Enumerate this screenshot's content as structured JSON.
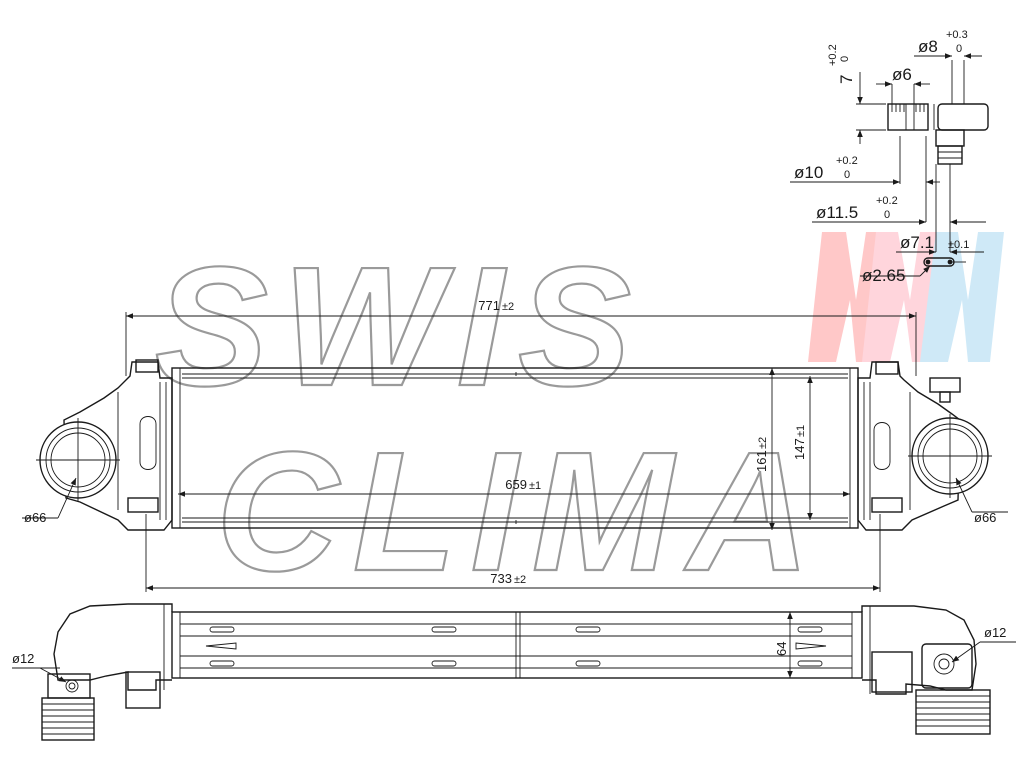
{
  "watermark": {
    "line1": "SWIS",
    "line2": "CLIMA"
  },
  "top_view": {
    "overall_length": {
      "value": "771",
      "tol": "±2"
    },
    "core_length": {
      "value": "659",
      "tol": "±1"
    },
    "mount_spacing": {
      "value": "733",
      "tol": "±2"
    },
    "overall_height": {
      "value": "161",
      "tol": "±2"
    },
    "core_height": {
      "value": "147",
      "tol": "±1"
    },
    "inlet_diameter_left": "ø66",
    "inlet_diameter_right": "ø66"
  },
  "side_view": {
    "thickness": "64",
    "port_left": "ø12",
    "port_right": "ø12"
  },
  "detail": {
    "depth": {
      "value": "7",
      "tol_top": "+0.2",
      "tol_bottom": "0"
    },
    "bore_8": {
      "value": "ø8",
      "tol_top": "+0.3",
      "tol_bottom": "0"
    },
    "bore_6": "ø6",
    "dia_10": {
      "value": "ø10",
      "tol_top": "+0.2",
      "tol_bottom": "0"
    },
    "dia_11_5": {
      "value": "ø11.5",
      "tol_top": "+0.2",
      "tol_bottom": "0"
    },
    "dia_7_1": {
      "value": "ø7.1",
      "tol": "±0.1"
    },
    "dia_2_65": "ø2.65"
  }
}
